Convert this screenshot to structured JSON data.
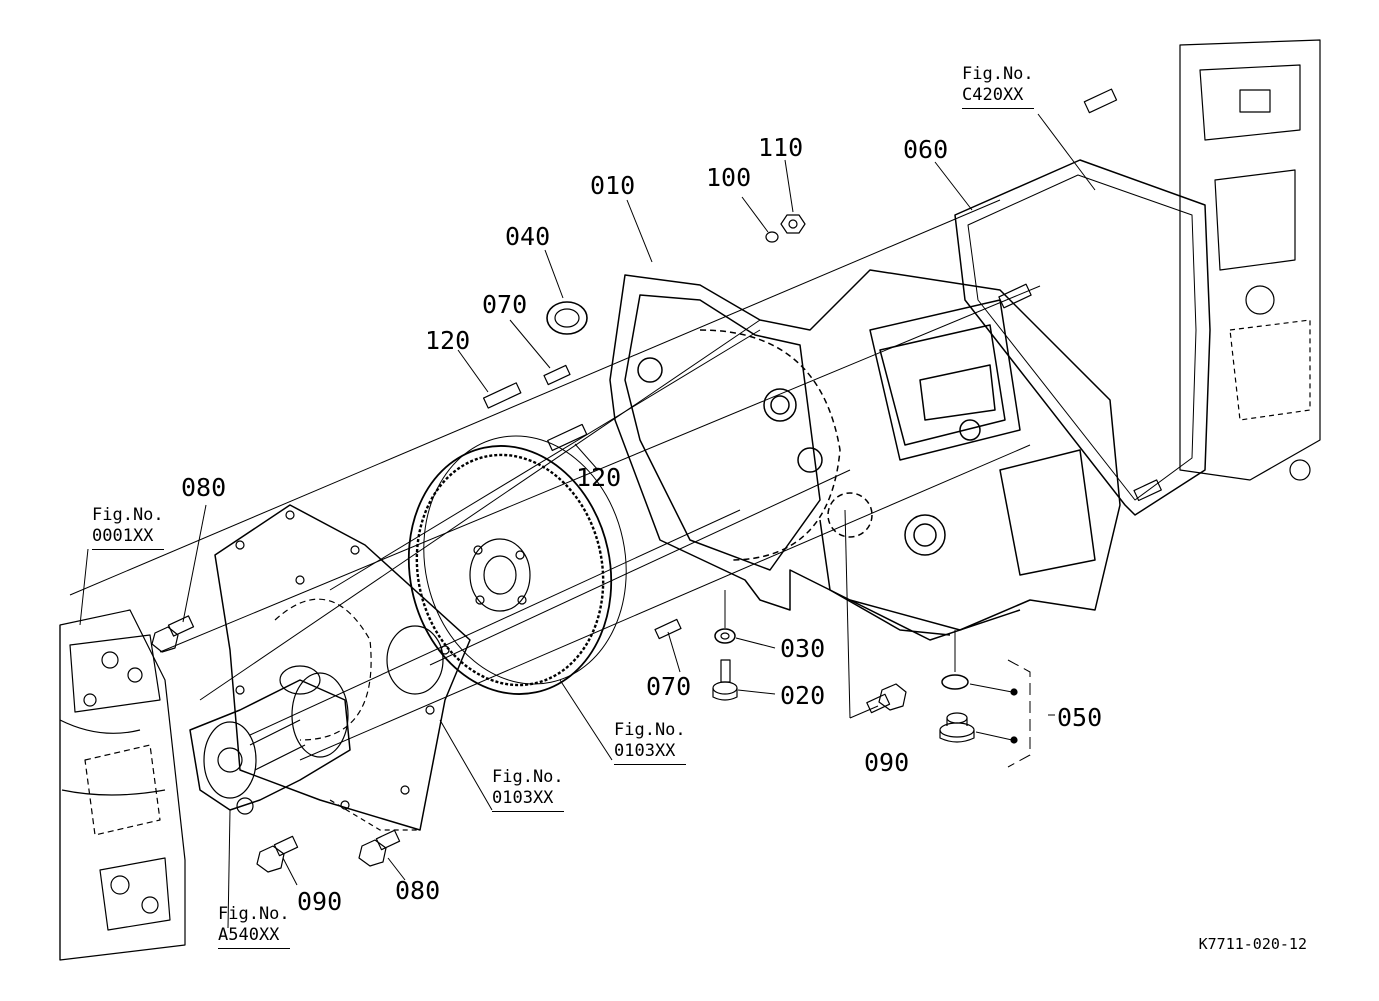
{
  "parts": [
    {
      "number": "010"
    },
    {
      "number": "020"
    },
    {
      "number": "030"
    },
    {
      "number": "040"
    },
    {
      "number": "050"
    },
    {
      "number": "060"
    },
    {
      "number": "070"
    },
    {
      "number": "070"
    },
    {
      "number": "080"
    },
    {
      "number": "080"
    },
    {
      "number": "090"
    },
    {
      "number": "090"
    },
    {
      "number": "100"
    },
    {
      "number": "110"
    },
    {
      "number": "120"
    },
    {
      "number": "120"
    }
  ],
  "figure_references": [
    {
      "prefix": "Fig.No.",
      "number": "C420XX"
    },
    {
      "prefix": "Fig.No.",
      "number": "0001XX"
    },
    {
      "prefix": "Fig.No.",
      "number": "0103XX"
    },
    {
      "prefix": "Fig.No.",
      "number": "0103XX"
    },
    {
      "prefix": "Fig.No.",
      "number": "A540XX"
    }
  ],
  "drawing_number": "K7711-020-12",
  "colors": {
    "line": "#000000",
    "background": "#ffffff"
  }
}
